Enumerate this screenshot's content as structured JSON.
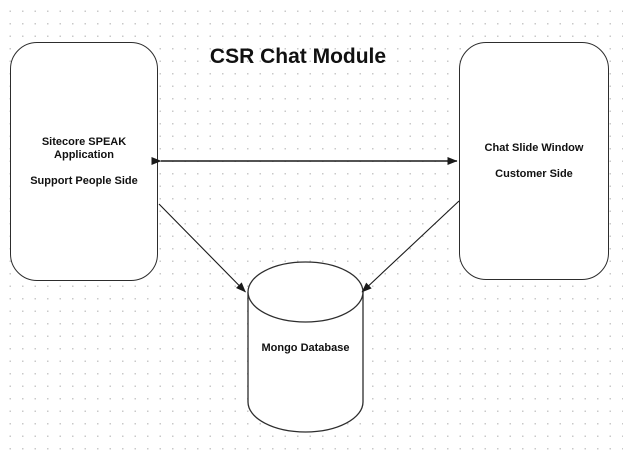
{
  "diagram": {
    "title": "CSR Chat Module",
    "left_node": {
      "lines": [
        "Sitecore SPEAK",
        "Application",
        "Support People Side"
      ]
    },
    "right_node": {
      "lines": [
        "Chat Slide Window",
        "Customer Side"
      ]
    },
    "database_node": {
      "label": "Mongo Database"
    },
    "connectors": [
      {
        "name": "left-right-bidirectional-arrow",
        "from": "left_node",
        "to": "right_node",
        "direction": "both"
      },
      {
        "name": "left-to-database-arrow",
        "from": "left_node",
        "to": "database_node",
        "direction": "end"
      },
      {
        "name": "right-to-database-arrow",
        "from": "right_node",
        "to": "database_node",
        "direction": "end"
      }
    ],
    "colors": {
      "background": "#ffffff",
      "grid_dot": "#c9c9c9",
      "stroke": "#2d2d2d",
      "text": "#111111"
    }
  }
}
